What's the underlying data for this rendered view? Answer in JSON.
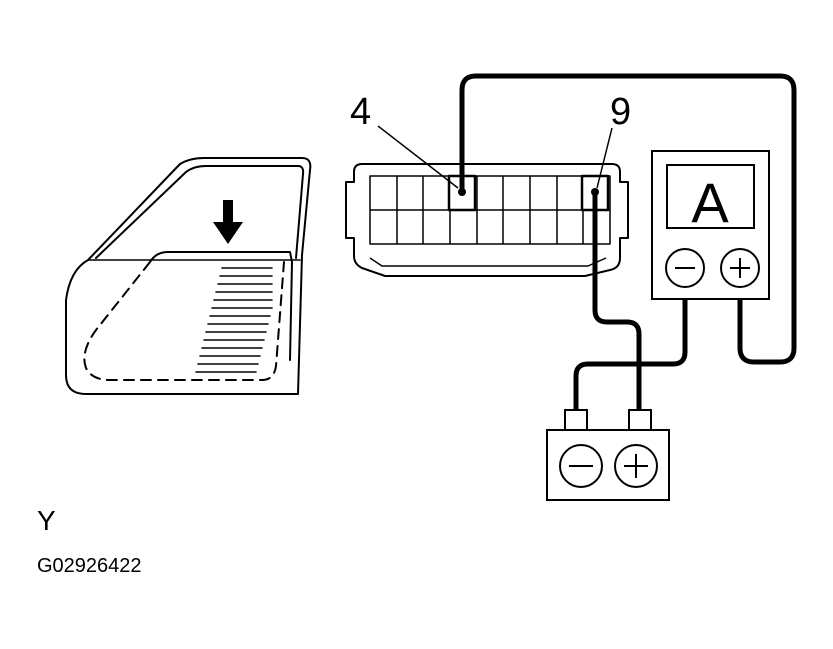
{
  "labels": {
    "pin_a": "4",
    "pin_b": "9",
    "meter_letter": "A",
    "meter_neg": "−",
    "meter_pos": "+",
    "battery_neg": "−",
    "battery_pos": "+"
  },
  "captions": {
    "view_letter": "Y",
    "figure_id": "G02926422"
  },
  "colors": {
    "line": "#000000",
    "background": "#ffffff"
  },
  "icons": {
    "window_arrow": "arrow-down-icon",
    "meter_negative": "minus-icon",
    "meter_positive": "plus-icon",
    "battery_negative": "minus-icon",
    "battery_positive": "plus-icon"
  }
}
